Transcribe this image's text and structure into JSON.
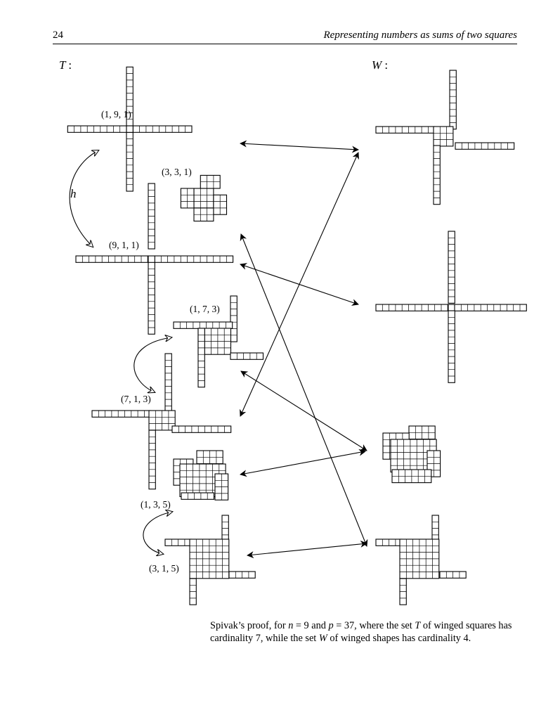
{
  "header": {
    "page_number": "24",
    "running_title": "Representing numbers as sums of two squares"
  },
  "sets": {
    "t_label": "T",
    "w_label": "W",
    "colon": ":",
    "involution_label": "h"
  },
  "shape_labels": {
    "s191": "(1, 9, 1)",
    "s331": "(3, 3, 1)",
    "s911": "(9, 1, 1)",
    "s173": "(1, 7, 3)",
    "s713": "(7, 1, 3)",
    "s135": "(1, 3, 5)",
    "s315": "(3, 1, 5)"
  },
  "caption": {
    "part1": "Spivak’s proof, for ",
    "n_var": "n",
    "part2": " = 9 and ",
    "p_var": "p",
    "part3": " = 37, where the set ",
    "t_var": "T",
    "part4": " of winged squares has cardinality 7, while the set ",
    "w_var": "W",
    "part5": " of winged shapes has cardinality 4."
  },
  "colors": {
    "ink": "#000000",
    "cell_fill": "#ffffff"
  }
}
